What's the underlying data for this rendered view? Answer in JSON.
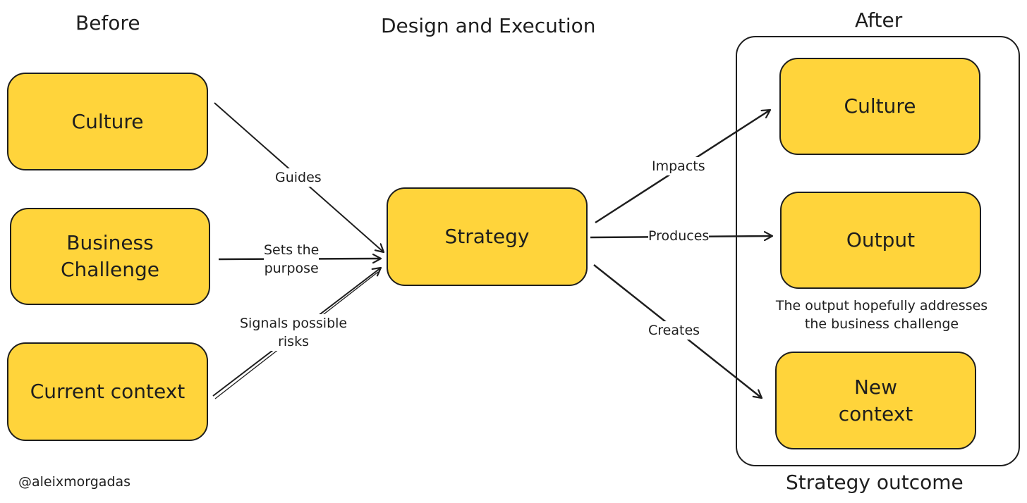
{
  "headings": {
    "before": "Before",
    "design": "Design and Execution",
    "after": "After",
    "outcome": "Strategy outcome"
  },
  "nodes": {
    "culture_before": "Culture",
    "business_challenge": "Business\nChallenge",
    "current_context": "Current context",
    "strategy": "Strategy",
    "culture_after": "Culture",
    "output": "Output",
    "new_context": "New\ncontext"
  },
  "edges": {
    "guides": "Guides",
    "sets_purpose": "Sets the\npurpose",
    "signals_risks": "Signals possible\nrisks",
    "impacts": "Impacts",
    "produces": "Produces",
    "creates": "Creates"
  },
  "note": "The output hopefully addresses\nthe business challenge",
  "credit": "@aleixmorgadas",
  "colors": {
    "box_fill": "#ffd43b",
    "stroke": "#1e1e1e",
    "background": "#ffffff"
  }
}
